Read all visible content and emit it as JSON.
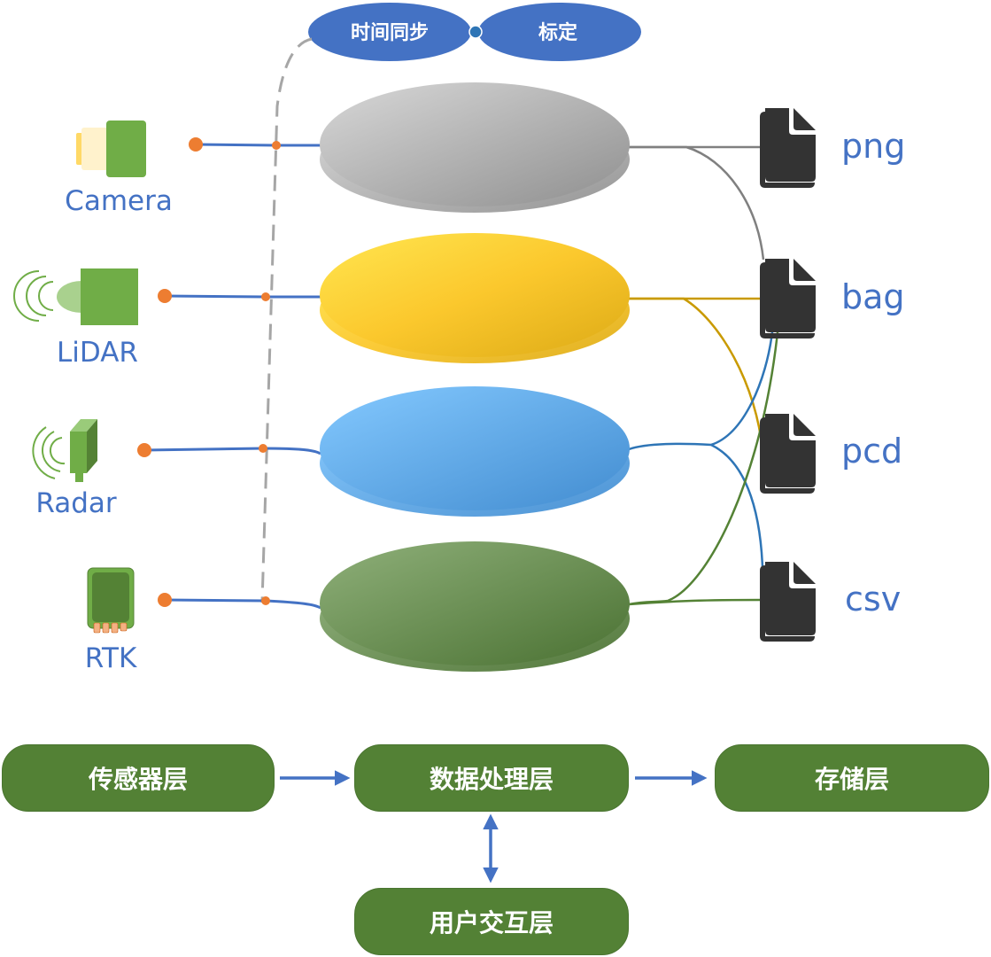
{
  "top_ellipses": [
    {
      "id": "time-sync",
      "label": "时间同步"
    },
    {
      "id": "calibration",
      "label": "标定"
    }
  ],
  "sensors": [
    {
      "id": "camera",
      "label": "Camera",
      "disc_color_from": "#d6d6d6",
      "disc_color_to": "#949494",
      "line_color": "#808080"
    },
    {
      "id": "lidar",
      "label": "LiDAR",
      "disc_color_from": "#ffe54f",
      "disc_color_to": "#e0ae1a",
      "line_color": "#c99a00"
    },
    {
      "id": "radar",
      "label": "Radar",
      "disc_color_from": "#80c6ff",
      "disc_color_to": "#4690d4",
      "line_color": "#2e75b6"
    },
    {
      "id": "rtk",
      "label": "RTK",
      "disc_color_from": "#8aab73",
      "disc_color_to": "#4e7535",
      "line_color": "#548235"
    }
  ],
  "files": [
    {
      "id": "png",
      "label": "png"
    },
    {
      "id": "bag",
      "label": "bag"
    },
    {
      "id": "pcd",
      "label": "pcd"
    },
    {
      "id": "csv",
      "label": "csv"
    }
  ],
  "connections": [
    {
      "from": "camera",
      "to": [
        "png",
        "bag"
      ]
    },
    {
      "from": "lidar",
      "to": [
        "bag",
        "pcd"
      ]
    },
    {
      "from": "radar",
      "to": [
        "bag",
        "csv"
      ]
    },
    {
      "from": "rtk",
      "to": [
        "bag",
        "csv"
      ]
    }
  ],
  "layers": {
    "sensor": "传感器层",
    "processing": "数据处理层",
    "storage": "存储层",
    "interaction": "用户交互层"
  },
  "colors": {
    "accent_blue": "#4472c4",
    "connector_orange": "#ed7d31",
    "layer_green": "#538135",
    "file_icon": "#333333"
  }
}
